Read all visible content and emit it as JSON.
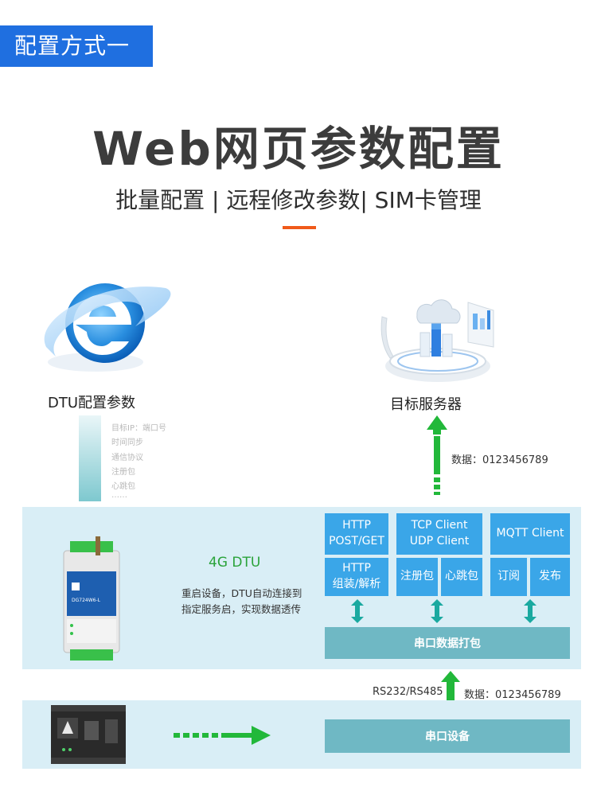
{
  "header": {
    "badge": "配置方式一",
    "title": "Web网页参数配置",
    "subtitle": "批量配置 | 远程修改参数| SIM卡管理"
  },
  "config": {
    "label": "DTU配置参数",
    "params": [
      "目标IP：端口号",
      "时间同步",
      "通信协议",
      "注册包",
      "心跳包",
      "……"
    ]
  },
  "server": {
    "label": "目标服务器",
    "data_label": "数据：0123456789"
  },
  "dtu": {
    "title": "4G DTU",
    "desc_line1": "重启设备，DTU自动连接到",
    "desc_line2": "指定服务启，实现数据透传",
    "device_model": "DG724W6-L",
    "http_top": [
      "HTTP",
      "POST/GET"
    ],
    "http_bottom": [
      "HTTP",
      "组装/解析"
    ],
    "tcp_top": [
      "TCP Client",
      "UDP Client"
    ],
    "register": "注册包",
    "heartbeat": "心跳包",
    "mqtt_top": "MQTT Client",
    "subscribe": "订阅",
    "publish": "发布",
    "serial_pack": "串口数据打包"
  },
  "bottom": {
    "rs_label": "RS232/RS485",
    "data_label": "数据：0123456789",
    "serial_device": "串口设备"
  },
  "colors": {
    "badge": "#1f6fe0",
    "accent": "#f05a1a",
    "box_blue": "#3aa6e8",
    "box_teal": "#6fb8c4",
    "band": "#d9eef6",
    "arrow_green": "#22b83a",
    "arrow_teal": "#1aa9a0"
  }
}
